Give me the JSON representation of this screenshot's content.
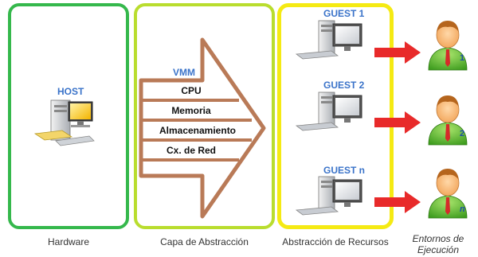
{
  "host_label": "HOST",
  "vmm_label": "VMM",
  "layers": [
    "CPU",
    "Memoria",
    "Almacenamiento",
    "Cx. de Red"
  ],
  "guests": [
    "GUEST 1",
    "GUEST 2",
    "GUEST n"
  ],
  "users": [
    "1",
    "2",
    "n"
  ],
  "captions": {
    "hardware": "Hardware",
    "abstraction": "Capa de Abstracción",
    "resources": "Abstracción de Recursos",
    "environments_1": "Entornos de",
    "environments_2": "Ejecución"
  },
  "colors": {
    "hardware_border": "#35b84c",
    "abstraction_border": "#b9dd2e",
    "resources_border": "#f5ea13",
    "arrow_outline": "#b97a57",
    "label_blue": "#3a73c9",
    "red_arrow": "#e82a2a"
  }
}
